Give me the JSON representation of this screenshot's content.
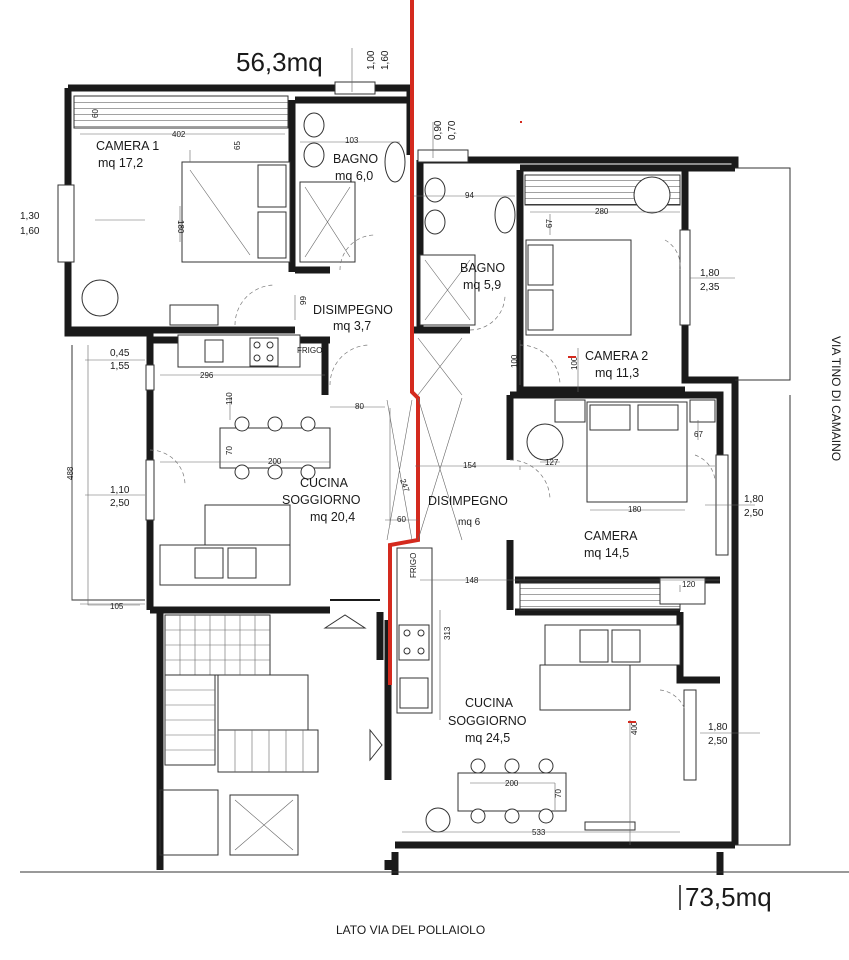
{
  "areas": {
    "left_total": "56,3mq",
    "right_total": "73,5mq"
  },
  "rooms": {
    "camera1": {
      "name": "CAMERA 1",
      "area": "mq 17,2"
    },
    "bagno1": {
      "name": "BAGNO",
      "area": "mq 6,0"
    },
    "disimpegno1": {
      "name": "DISIMPEGNO",
      "area": "mq 3,7"
    },
    "cucina1": {
      "line1": "CUCINA",
      "line2": "SOGGIORNO",
      "area": "mq 20,4"
    },
    "bagno2": {
      "name": "BAGNO",
      "area": "mq 5,9"
    },
    "camera2": {
      "name": "CAMERA 2",
      "area": "mq 11,3"
    },
    "disimpegno2": {
      "name": "DISIMPEGNO",
      "area": "mq 6"
    },
    "camera3": {
      "name": "CAMERA",
      "area": "mq 14,5"
    },
    "cucina2": {
      "line1": "CUCINA",
      "line2": "SOGGIORNO",
      "area": "mq 24,5"
    }
  },
  "streets": {
    "right": "VIA TINO DI CAMAINO",
    "bottom": "LATO VIA DEL POLLAIOLO"
  },
  "windows": {
    "w_top_a": "1,00",
    "w_top_b": "1,60",
    "w_mid_a": "0,70",
    "w_mid_b": "0,90",
    "w_cam1_a": "1,30",
    "w_cam1_b": "1,60",
    "w_kit1_a": "0,45",
    "w_kit1_b": "1,55",
    "w_liv1_a": "1,10",
    "w_liv1_b": "2,50",
    "w_cam2_a": "1,80",
    "w_cam2_b": "2,35",
    "w_cam3_a": "1,80",
    "w_cam3_b": "2,50",
    "w_liv2_a": "1,80",
    "w_liv2_b": "2,50"
  },
  "dimensions": {
    "d402": "402",
    "d60": "60",
    "d65": "65",
    "d180v": "180",
    "d103": "103",
    "d99": "99",
    "d296": "296",
    "d110": "110",
    "d70": "70",
    "d200": "200",
    "d488": "488",
    "d105": "105",
    "d80": "80",
    "d247": "247",
    "d60b": "60",
    "d154": "154",
    "d94": "94",
    "d280": "280",
    "d67": "67",
    "d100": "100",
    "d100b": "100",
    "d180": "180",
    "d127": "127",
    "d67b": "67",
    "d148": "148",
    "d120": "120",
    "d313": "313",
    "d400": "400",
    "d200b": "200",
    "d70b": "70",
    "d533": "533"
  },
  "labels": {
    "frigo1": "FRIGO",
    "frigo2": "FRIGO"
  }
}
